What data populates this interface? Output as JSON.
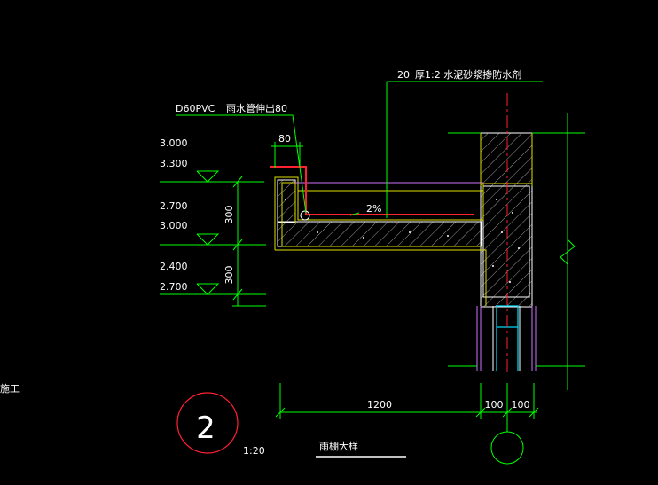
{
  "labels": {
    "pipe_spec": "D60PVC",
    "pipe_note": "雨水管伸出80",
    "finish_thickness": "20",
    "finish_note": "厚1:2  水泥砂浆掺防水剂",
    "dim_80": "80",
    "slope": "2%",
    "left_edge_text": "施工",
    "title": "雨棚大样",
    "scale": "1:20",
    "detail_number": "2"
  },
  "elevations": [
    {
      "upper": "3.000",
      "lower": "3.300"
    },
    {
      "upper": "2.700",
      "lower": "3.000"
    },
    {
      "upper": "2.400",
      "lower": "2.700"
    }
  ],
  "vertical_dims": [
    "300",
    "300"
  ],
  "horizontal_dims": [
    "1200",
    "100",
    "100"
  ],
  "colors": {
    "background": "#000000",
    "dimension": "#00ff00",
    "outline": "#e0e000",
    "pipe": "#ff2030",
    "text": "#ffffff",
    "wall_finish": "#d070ff",
    "window": "#00e0ff"
  }
}
